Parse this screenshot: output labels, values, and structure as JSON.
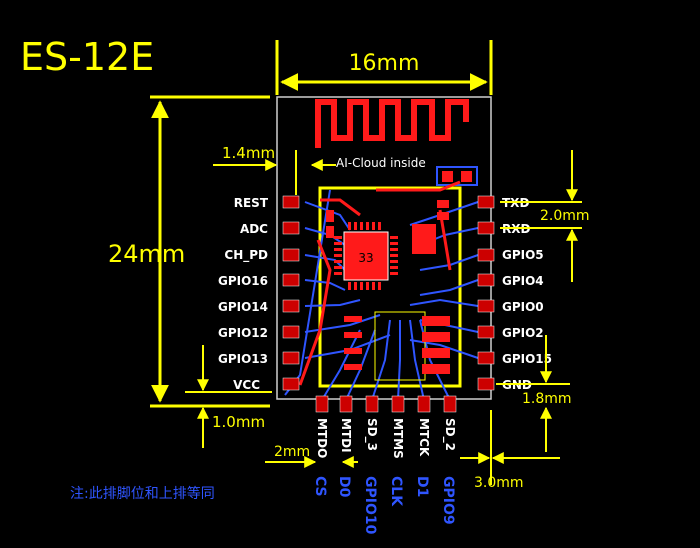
{
  "title": "ES-12E",
  "dimensions": {
    "width": "16mm",
    "height": "24mm",
    "top_offset": "1.4mm",
    "pitch": "2.0mm",
    "bottom_offset": "1.0mm",
    "right_bottom": "1.8mm",
    "bottom_pitch": "2mm",
    "bottom_right": "3.0mm"
  },
  "chip_label": "33",
  "antenna_text": "AI-Cloud inside",
  "left_pins": [
    "REST",
    "ADC",
    "CH_PD",
    "GPIO16",
    "GPIO14",
    "GPIO12",
    "GPIO13",
    "VCC"
  ],
  "right_pins": [
    "TXD",
    "RXD",
    "GPIO5",
    "GPIO4",
    "GPIO0",
    "GPIO2",
    "GPIO15",
    "GND"
  ],
  "bottom_pins_top": [
    "MTDO",
    "MTDI",
    "SD_3",
    "MTMS",
    "MTCK",
    "SD_2"
  ],
  "bottom_pins_blue": [
    "CS",
    "D0",
    "GPIO10",
    "CLK",
    "D1",
    "GPIO9"
  ],
  "note": "注:此排脚位和上排等同",
  "colors": {
    "background": "#000000",
    "dimension": "#ffff00",
    "copper": "#ff0000",
    "trace_blue": "#2f55ff",
    "label_white": "#ffffff"
  }
}
